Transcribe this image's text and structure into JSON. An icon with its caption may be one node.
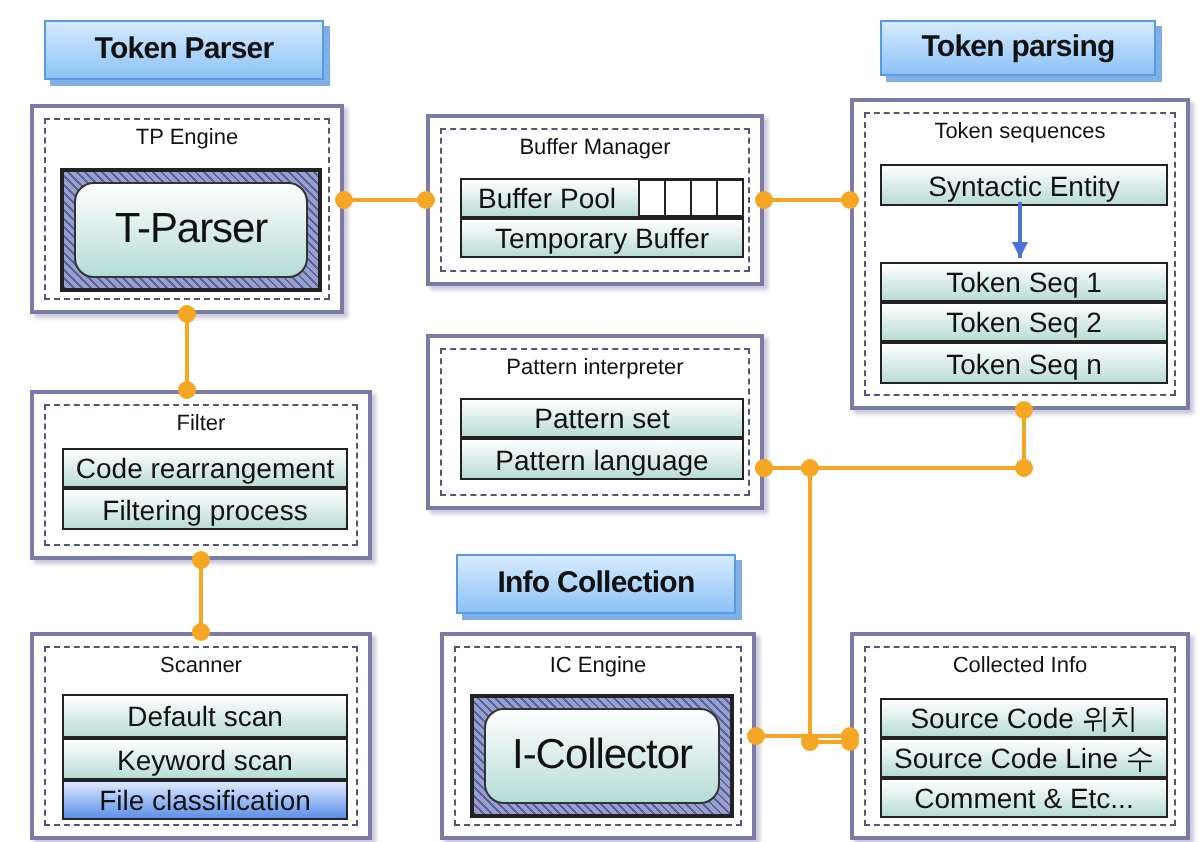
{
  "diagram": {
    "nodes": [
      {
        "text": [
          "Token Parser"
        ]
      },
      {
        "text": [
          "Token parsing"
        ]
      },
      {
        "text": [
          "TP Engine"
        ]
      },
      {
        "text": [
          "T-Parser"
        ],
        "in": 2
      },
      {
        "text": [
          "Buffer Manager"
        ]
      },
      {
        "text": [
          "Buffer Pool"
        ],
        "in": 4
      },
      {
        "text": [
          "Temporary Buffer"
        ],
        "in": 4
      },
      {
        "text": [
          "Token sequences"
        ]
      },
      {
        "text": [
          "Syntactic Entity"
        ],
        "in": 7
      },
      {
        "text": [
          "Token Seq 1"
        ],
        "in": 7
      },
      {
        "text": [
          "Token Seq 2"
        ],
        "in": 7
      },
      {
        "text": [
          "Token Seq n"
        ],
        "in": 7
      },
      {
        "text": [
          "Pattern interpreter"
        ]
      },
      {
        "text": [
          "Pattern set"
        ],
        "in": 12
      },
      {
        "text": [
          "Pattern language"
        ],
        "in": 12
      },
      {
        "text": [
          "Filter"
        ]
      },
      {
        "text": [
          "Code rearrangement"
        ],
        "in": 15
      },
      {
        "text": [
          "Filtering process"
        ],
        "in": 15
      },
      {
        "text": [
          "Info Collection"
        ]
      },
      {
        "text": [
          "Scanner"
        ]
      },
      {
        "text": [
          "Default scan"
        ],
        "in": 19
      },
      {
        "text": [
          "Keyword scan"
        ],
        "in": 19
      },
      {
        "text": [
          "File classification"
        ],
        "in": 19
      },
      {
        "text": [
          "IC Engine"
        ]
      },
      {
        "text": [
          "I-Collector"
        ],
        "in": 23
      },
      {
        "text": [
          "Collected Info"
        ]
      },
      {
        "text": [
          "Source Code 위치"
        ],
        "in": 25
      },
      {
        "text": [
          "Source Code Line 수"
        ],
        "in": 25
      },
      {
        "text": [
          "Comment & Etc..."
        ],
        "in": 25
      }
    ],
    "edges": [
      {
        "from": 2,
        "to": 4,
        "arrow": "other"
      },
      {
        "from": 4,
        "to": 7,
        "arrow": "other"
      },
      {
        "from": 2,
        "to": 15,
        "arrow": "other"
      },
      {
        "from": 15,
        "to": 19,
        "arrow": "other"
      },
      {
        "from": 12,
        "to": 7,
        "arrow": "other"
      },
      {
        "from": 23,
        "to": 25,
        "arrow": "other"
      },
      {
        "from": 12,
        "to": 25,
        "arrow": "other"
      },
      {
        "from": 8,
        "to": 9,
        "arrow": "to",
        "color": "#4a72d8"
      }
    ]
  }
}
